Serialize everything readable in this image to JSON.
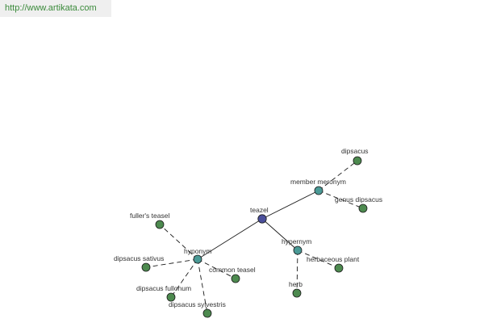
{
  "header": {
    "url": "http://www.artikata.com"
  },
  "colors": {
    "center": "#4a4f9b",
    "relation": "#4a9a96",
    "term": "#4d8a4f"
  },
  "graph": {
    "nodes": {
      "teazel": {
        "label": "teazel",
        "kind": "center"
      },
      "member_meronym": {
        "label": "member meronym",
        "kind": "relation"
      },
      "hyponym": {
        "label": "hyponym",
        "kind": "relation"
      },
      "hypernym": {
        "label": "hypernym",
        "kind": "relation"
      },
      "dipsacus": {
        "label": "dipsacus",
        "kind": "term"
      },
      "genus_dipsacus": {
        "label": "genus dipsacus",
        "kind": "term"
      },
      "fullers_teasel": {
        "label": "fuller's teasel",
        "kind": "term"
      },
      "dipsacus_sativus": {
        "label": "dipsacus sativus",
        "kind": "term"
      },
      "dipsacus_fullonum": {
        "label": "dipsacus fullonum",
        "kind": "term"
      },
      "dipsacus_sylvestris": {
        "label": "dipsacus sylvestris",
        "kind": "term"
      },
      "common_teasel": {
        "label": "common teasel",
        "kind": "term"
      },
      "herbaceous_plant": {
        "label": "herbaceous plant",
        "kind": "term"
      },
      "herb": {
        "label": "herb",
        "kind": "term"
      }
    }
  }
}
